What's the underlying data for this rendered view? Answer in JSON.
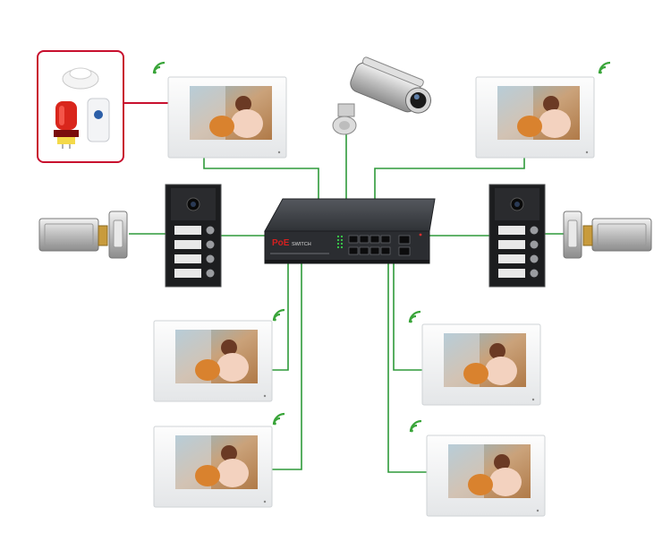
{
  "switch": {
    "brand": "PoE",
    "model": "SWITCH",
    "port_count": 8,
    "uplink_count": 2
  },
  "devices": {
    "indoor_monitors": 6,
    "outdoor_stations": 2,
    "electric_locks": 2,
    "cameras": 1,
    "alarm_sensors": [
      "smoke-detector",
      "strobe-siren",
      "motion-sensor"
    ]
  },
  "colors": {
    "link": "#2e9a3a",
    "alarm_border": "#c8102e",
    "switch_body": "#3a3d42",
    "brand_red": "#d42020",
    "wifi": "#3aa53a"
  },
  "icons": [
    "wifi-icon",
    "camera-icon",
    "lock-icon",
    "switch-icon",
    "monitor-icon",
    "door-station-icon"
  ]
}
